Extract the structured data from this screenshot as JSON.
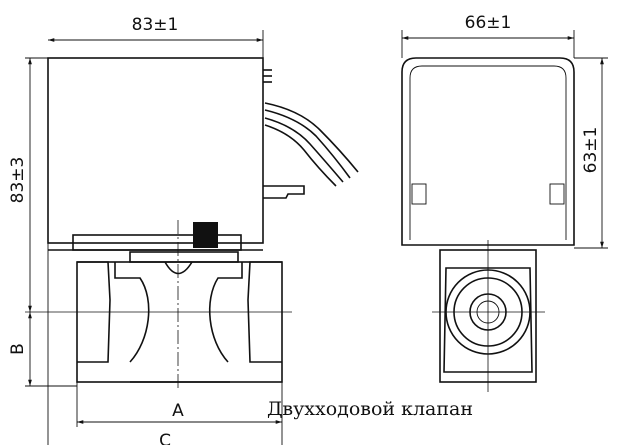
{
  "dimensions": {
    "left_width": "83±1",
    "left_height": "83±3",
    "b": "B",
    "a": "A",
    "c": "C",
    "right_width": "66±1",
    "right_height": "63±1"
  },
  "caption": "Двухходовой клапан",
  "colors": {
    "line": "#111111",
    "background": "#ffffff"
  }
}
